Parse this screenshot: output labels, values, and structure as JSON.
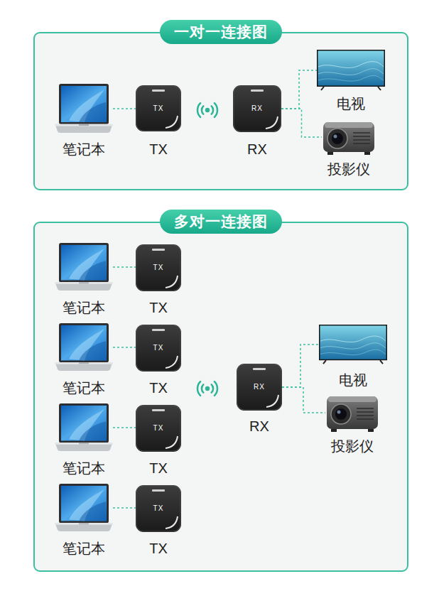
{
  "diagram": {
    "nodes": [
      {
        "text": [
          "一对一连接图"
        ]
      },
      {
        "text": [
          "笔记本"
        ],
        "in": 0
      },
      {
        "text": [
          "TX",
          "TX"
        ],
        "in": 0
      },
      {
        "text": [
          "RX",
          "RX"
        ],
        "in": 0
      },
      {
        "text": [
          "电视"
        ],
        "in": 0
      },
      {
        "text": [
          "投影仪"
        ],
        "in": 0
      },
      {
        "text": [
          "多对一连接图"
        ]
      },
      {
        "text": [
          "笔记本"
        ],
        "in": 6
      },
      {
        "text": [
          "TX",
          "TX"
        ],
        "in": 6
      },
      {
        "text": [
          "笔记本"
        ],
        "in": 6
      },
      {
        "text": [
          "TX",
          "TX"
        ],
        "in": 6
      },
      {
        "text": [
          "笔记本"
        ],
        "in": 6
      },
      {
        "text": [
          "TX",
          "TX"
        ],
        "in": 6
      },
      {
        "text": [
          "笔记本"
        ],
        "in": 6
      },
      {
        "text": [
          "TX",
          "TX"
        ],
        "in": 6
      },
      {
        "text": [
          "RX",
          "RX"
        ],
        "in": 6
      },
      {
        "text": [
          "电视"
        ],
        "in": 6
      },
      {
        "text": [
          "投影仪"
        ],
        "in": 6
      }
    ],
    "edges": [
      {
        "from": 1,
        "to": 2,
        "arrow": "none"
      },
      {
        "from": 3,
        "to": 4,
        "arrow": "none"
      },
      {
        "from": 3,
        "to": 5,
        "arrow": "none"
      },
      {
        "from": 7,
        "to": 8,
        "arrow": "none"
      },
      {
        "from": 9,
        "to": 10,
        "arrow": "none"
      },
      {
        "from": 11,
        "to": 12,
        "arrow": "none"
      },
      {
        "from": 13,
        "to": 14,
        "arrow": "none"
      },
      {
        "from": 15,
        "to": 16,
        "arrow": "none"
      },
      {
        "from": 15,
        "to": 17,
        "arrow": "none"
      }
    ]
  }
}
